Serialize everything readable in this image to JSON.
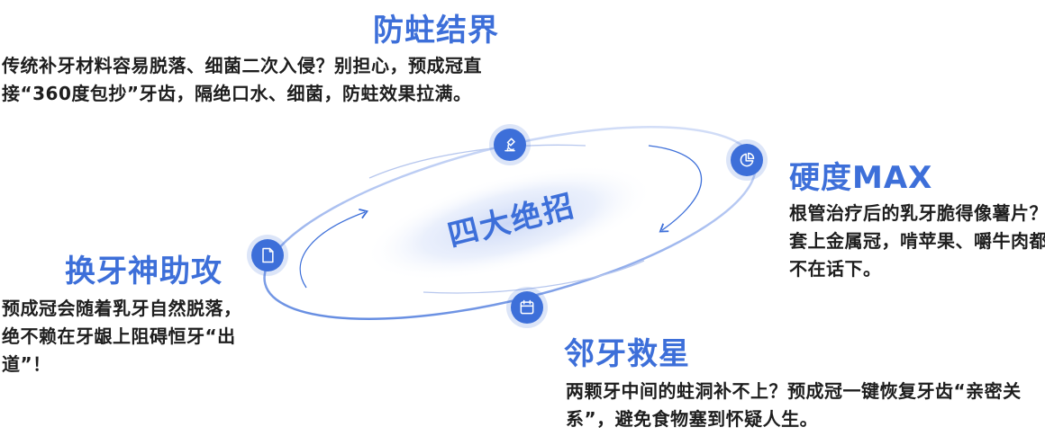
{
  "center": {
    "label": "四大绝招"
  },
  "items": [
    {
      "title": "防蛀结界",
      "text": "传统补牙材料容易脱落、细菌二次入侵？别担心，预成冠直接“360度包抄”牙齿，隔绝口水、细菌，防蛀效果拉满。",
      "icon": "microscope-icon"
    },
    {
      "title": "硬度MAX",
      "text": "根管治疗后的乳牙脆得像薯片？套上金属冠，啃苹果、嚼牛肉都不在话下。",
      "icon": "pie-chart-icon"
    },
    {
      "title": "换牙神助攻",
      "text": "预成冠会随着乳牙自然脱落，绝不赖在牙龈上阻碍恒牙“出道”！",
      "icon": "document-icon"
    },
    {
      "title": "邻牙救星",
      "text": "两颗牙中间的蛀洞补不上？预成冠一键恢复牙齿“亲密关系”，避免食物塞到怀疑人生。",
      "icon": "calendar-icon"
    }
  ],
  "colors": {
    "accent": "#3d6fd9",
    "text": "#1e1e1e"
  }
}
